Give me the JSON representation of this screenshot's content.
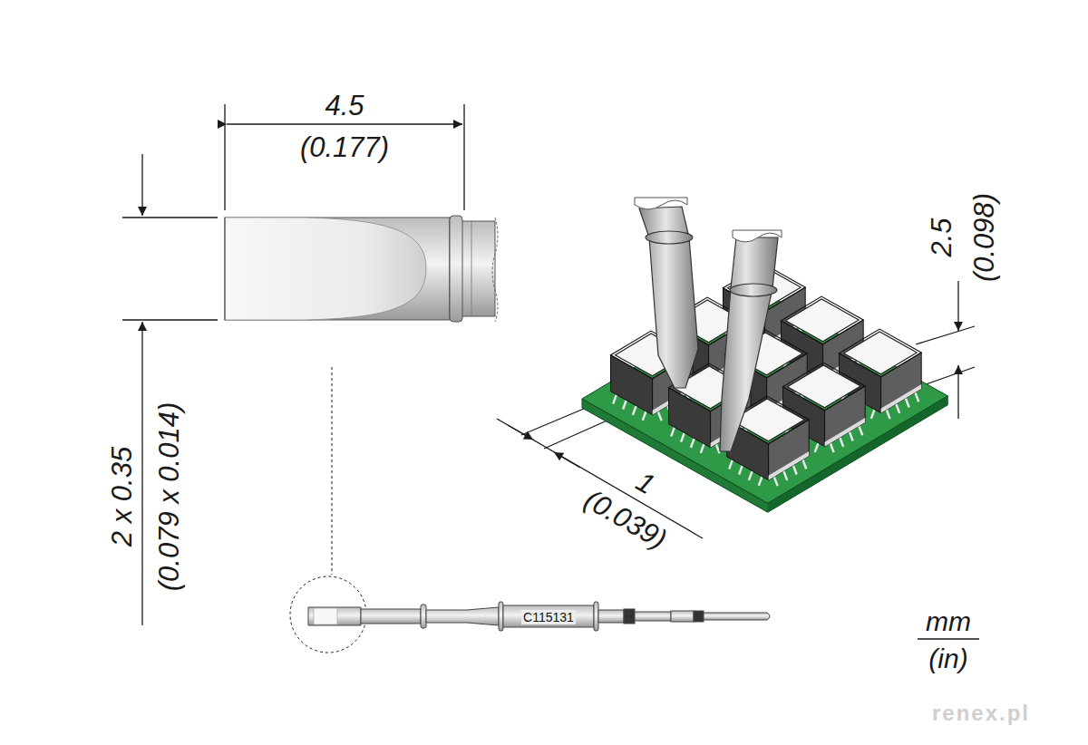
{
  "diagram": {
    "labels": [
      "4.5",
      "(0.177)",
      "2 x 0.35",
      "(0.079 x 0.014)",
      "2.5",
      "(0.098)",
      "1",
      "(0.039)",
      "C115131",
      "mm",
      "(in)",
      "renex.pl"
    ]
  }
}
